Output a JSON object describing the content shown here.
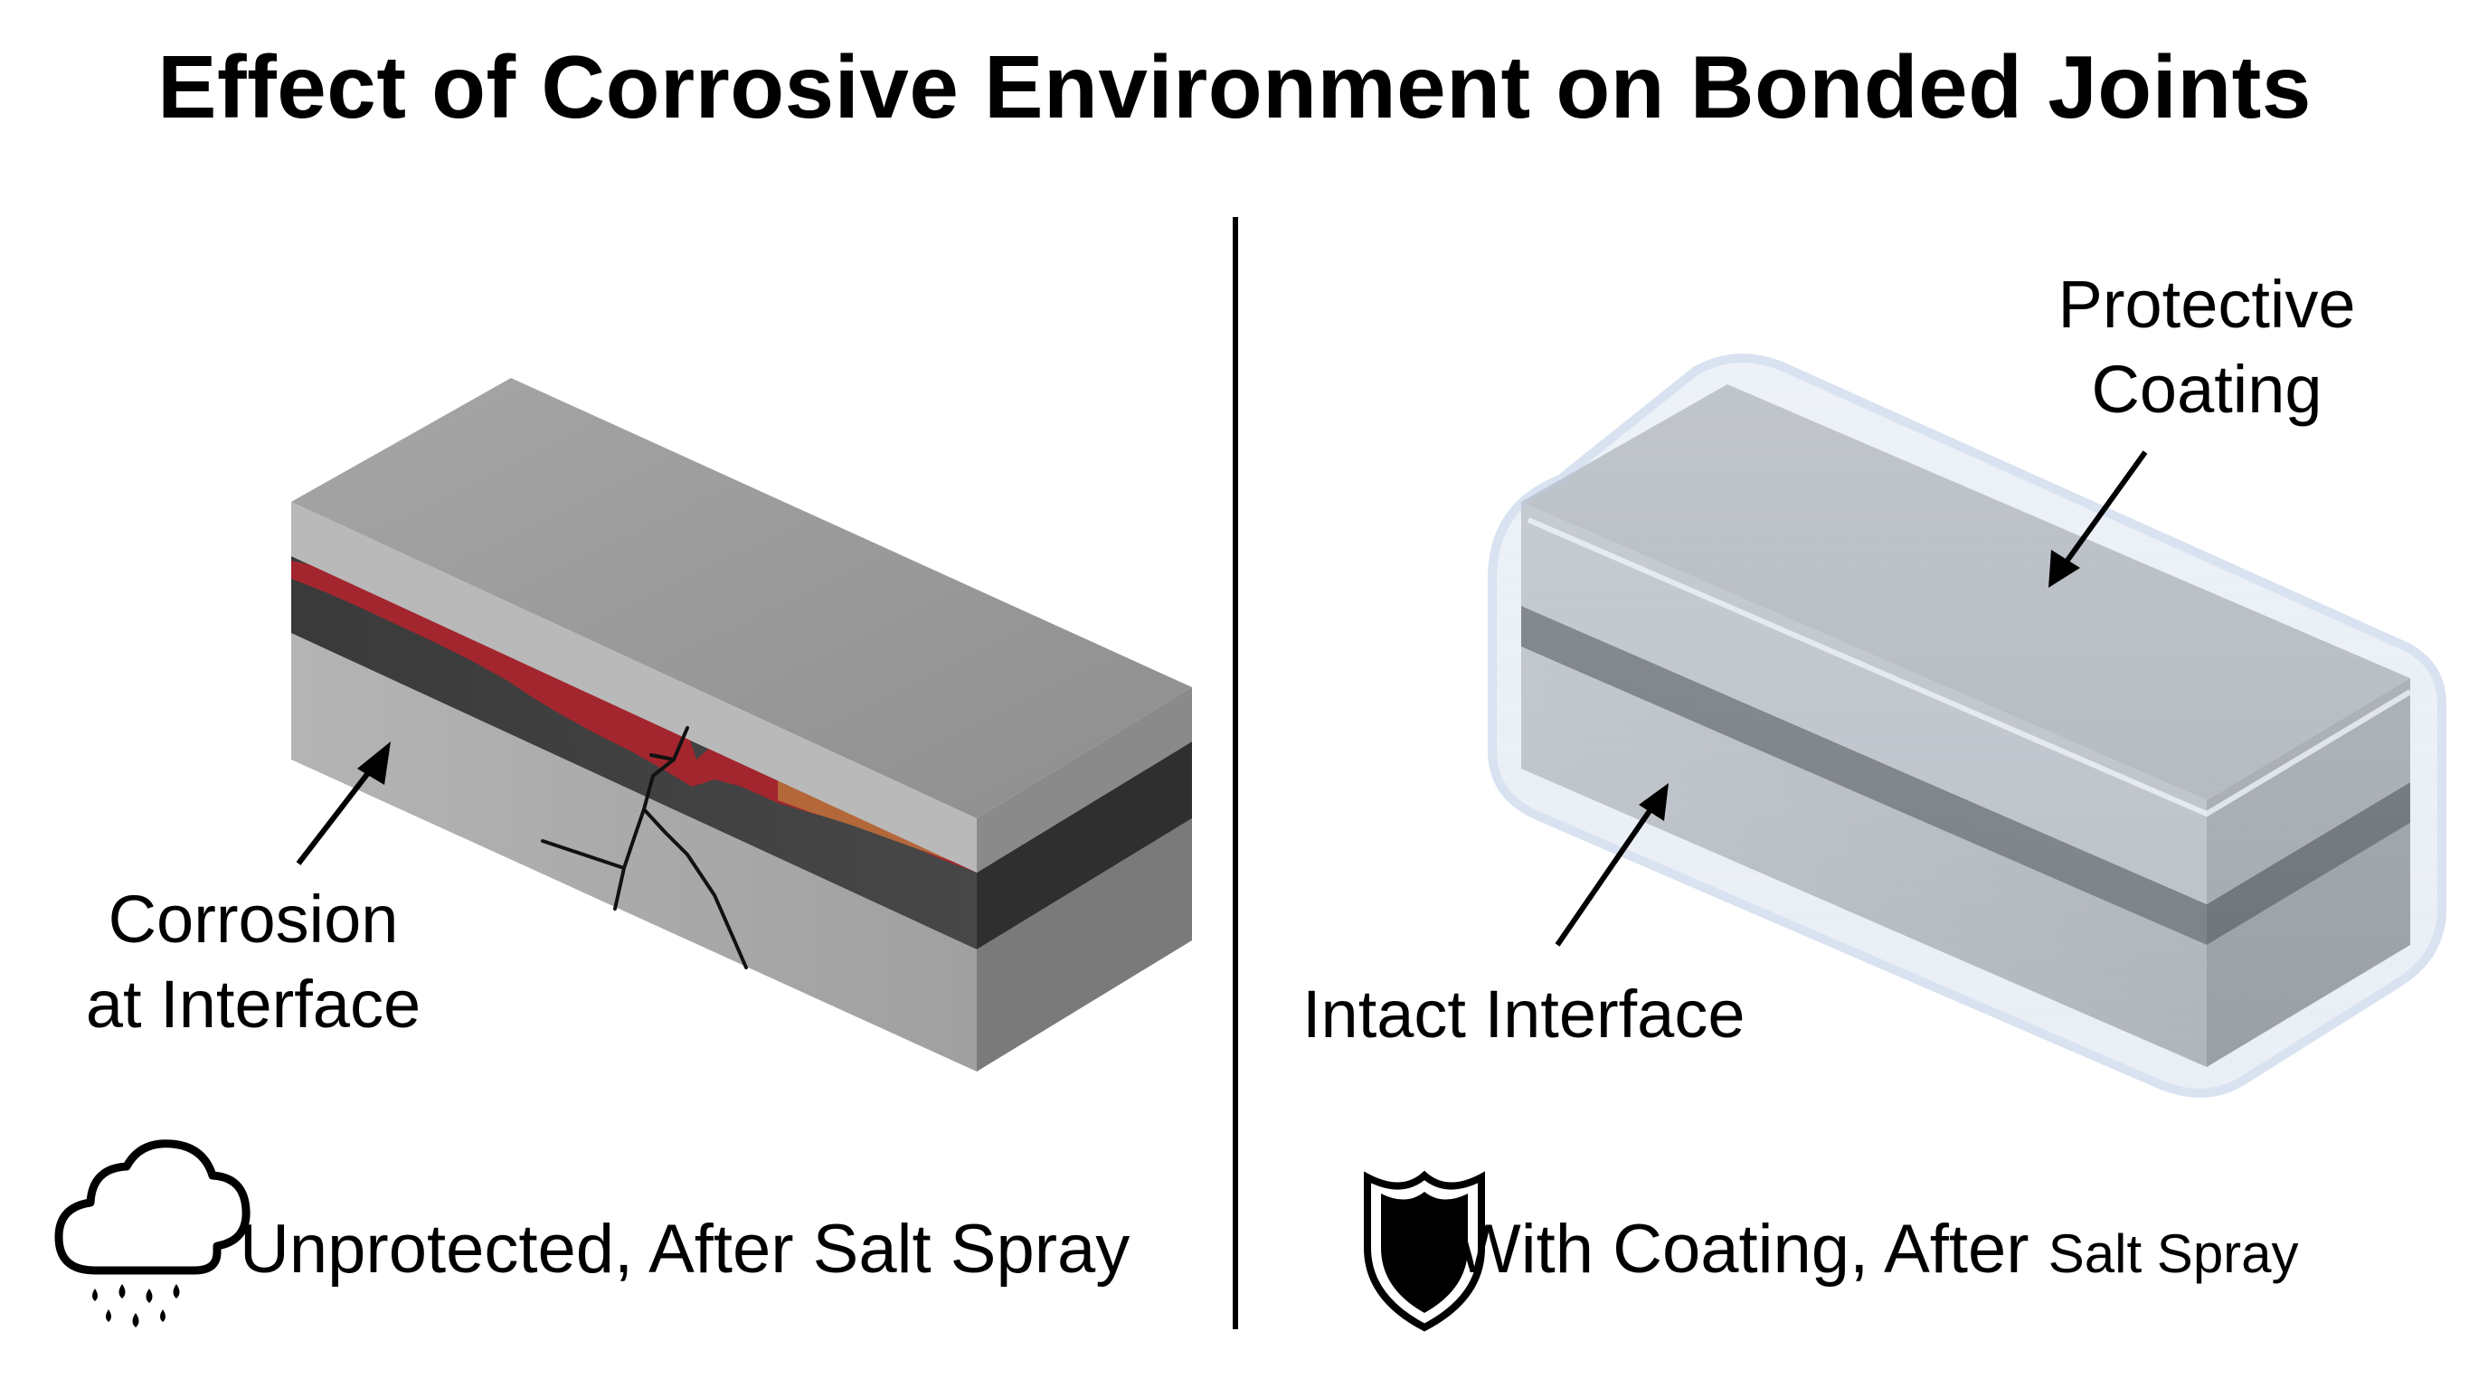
{
  "title": "Effect of Corrosive Environment on Bonded Joints",
  "left_panel": {
    "callout_line1": "Corrosion",
    "callout_line2": "at Interface",
    "caption": "Unprotected, After Salt Spray",
    "icon": "rain-cloud-icon"
  },
  "right_panel": {
    "coating_line1": "Protective",
    "coating_line2": "Coating",
    "interface_label": "Intact Interface",
    "caption_main": "With Coating, After",
    "caption_tail": "Salt Spray",
    "icon": "shield-icon"
  },
  "colors": {
    "metal_top": "#9c9c9c",
    "metal_front": "#a9a9a9",
    "metal_side": "#7d7d7d",
    "adhesive": "#3f3f3f",
    "corrosion": "#a3262e",
    "rust": "#b56a3a",
    "coating": "#cfdcec"
  }
}
